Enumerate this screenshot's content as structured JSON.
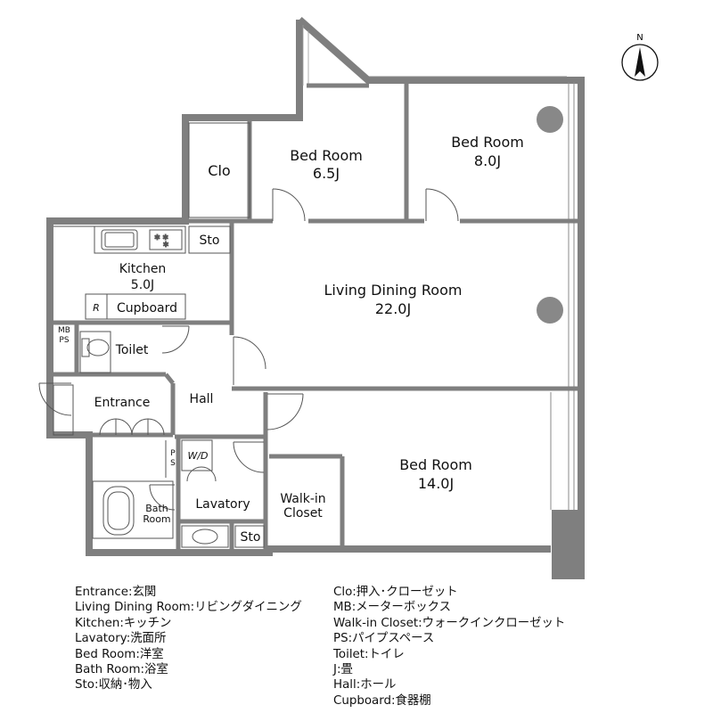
{
  "north_label": "N",
  "rooms": {
    "clo": "Clo",
    "bedroom_a": {
      "name": "Bed Room",
      "size": "6.5J"
    },
    "bedroom_b": {
      "name": "Bed Room",
      "size": "8.0J"
    },
    "sto_top": "Sto",
    "kitchen": {
      "name": "Kitchen",
      "size": "5.0J"
    },
    "fridge": "R",
    "cupboard": "Cupboard",
    "living": {
      "name": "Living Dining Room",
      "size": "22.0J"
    },
    "mbps": [
      "MB",
      "PS"
    ],
    "toilet": "Toilet",
    "entrance": "Entrance",
    "hall": "Hall",
    "ps": [
      "P",
      "S"
    ],
    "wd": "W/D",
    "bath": [
      "Bath",
      "Room"
    ],
    "lavatory": "Lavatory",
    "sto_bottom": "Sto",
    "walkin": [
      "Walk-in",
      "Closet"
    ],
    "bedroom_c": {
      "name": "Bed Room",
      "size": "14.0J"
    }
  },
  "legend_left": [
    "Entrance:玄関",
    "Living Dining Room:リビングダイニング",
    "Kitchen:キッチン",
    "Lavatory:洗面所",
    "Bed Room:洋室",
    "Bath Room:浴室",
    "Sto:収納･物入"
  ],
  "legend_right": [
    "Clo:押入･クローゼット",
    "MB:メーターボックス",
    "Walk-in Closet:ウォークインクローゼット",
    "PS:パイプスペース",
    "Toilet:トイレ",
    "J:畳",
    "Hall:ホール",
    "Cupboard:食器棚"
  ]
}
